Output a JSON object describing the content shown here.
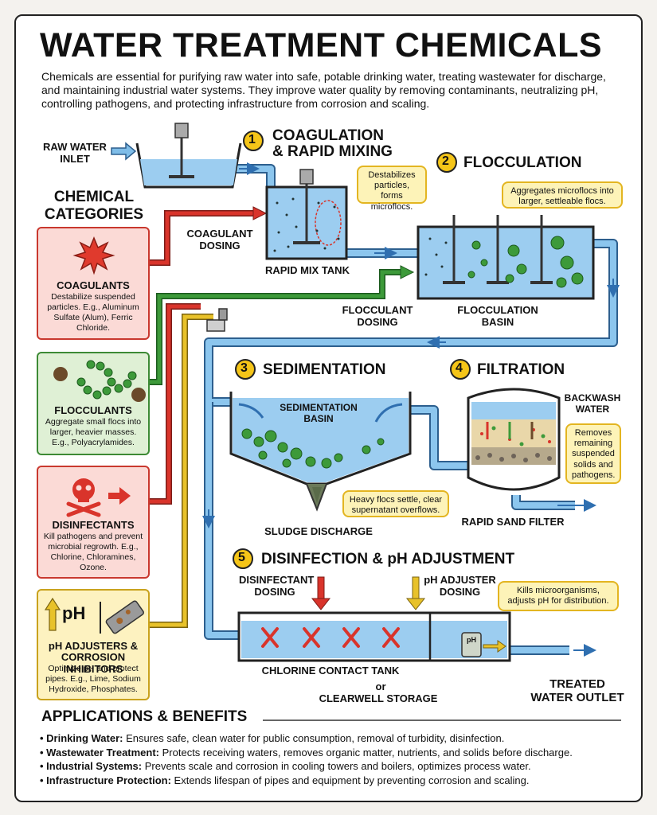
{
  "title": "WATER TREATMENT CHEMICALS",
  "intro": "Chemicals are essential for purifying raw water into safe, potable drinking water, treating wastewater for discharge, and maintaining industrial water systems. They improve water quality by removing contaminants, neutralizing pH, controlling pathogens, and protecting infrastructure from corrosion and scaling.",
  "labels": {
    "raw_water": [
      "RAW WATER",
      "INLET"
    ],
    "coag_dosing": [
      "COAGULANT",
      "DOSING"
    ],
    "rapid_mix_tank": "RAPID MIX TANK",
    "flocc_dosing": [
      "FLOCCULANT",
      "DOSING"
    ],
    "flocc_basin": [
      "FLOCCULATION",
      "BASIN"
    ],
    "sed_basin": [
      "SEDIMENTATION",
      "BASIN"
    ],
    "sludge": "SLUDGE DISCHARGE",
    "backwash": [
      "BACKWASH",
      "WATER"
    ],
    "sand_filter": "RAPID SAND FILTER",
    "disinf_dosing": [
      "DISINFECTANT",
      "DOSING"
    ],
    "ph_dosing": [
      "pH ADJUSTER",
      "DOSING"
    ],
    "contact_tank": "CHLORINE CONTACT TANK",
    "or": "or",
    "clearwell": "CLEARWELL STORAGE",
    "outlet": [
      "TREATED",
      "WATER OUTLET"
    ]
  },
  "steps": [
    {
      "num": "1",
      "title_l1": "COAGULATION",
      "title_l2": "& RAPID MIXING"
    },
    {
      "num": "2",
      "title": "FLOCCULATION"
    },
    {
      "num": "3",
      "title": "SEDIMENTATION"
    },
    {
      "num": "4",
      "title": "FILTRATION"
    },
    {
      "num": "5",
      "title": "DISINFECTION & pH ADJUSTMENT"
    }
  ],
  "notes": {
    "coag": "Destabilizes particles, forms microflocs.",
    "flocc": "Aggregates microflocs into larger, settleable flocs.",
    "sed": "Heavy flocs settle, clear supernatant overflows.",
    "filter": "Removes remaining suspended solids and pathogens.",
    "disinf": "Kills microorganisms, adjusts pH for distribution."
  },
  "categories": {
    "heading_l1": "CHEMICAL",
    "heading_l2": "CATEGORIES",
    "items": [
      {
        "name": "COAGULANTS",
        "desc": "Destabilize suspended particles. E.g., Aluminum Sulfate (Alum), Ferric Chloride.",
        "color": "#d9342b"
      },
      {
        "name": "FLOCCULANTS",
        "desc": "Aggregate small flocs into larger, heavier masses. E.g., Polyacrylamides.",
        "color": "#3d9a3a"
      },
      {
        "name": "DISINFECTANTS",
        "desc": "Kill pathogens and prevent microbial regrowth. E.g., Chlorine, Chloramines, Ozone.",
        "color": "#d9342b"
      },
      {
        "name_l1": "pH ADJUSTERS &",
        "name_l2": "CORROSION INHIBITORS",
        "icon_text": "pH",
        "desc": "Optimize pH and protect pipes. E.g., Lime, Sodium Hydroxide, Phosphates.",
        "color": "#e8c22a"
      }
    ]
  },
  "ph_meter_text": "pH",
  "applications": {
    "heading": "APPLICATIONS & BENEFITS",
    "items": [
      {
        "term": "Drinking Water:",
        "text": " Ensures safe, clean water for public consumption, removal of turbidity, disinfection."
      },
      {
        "term": "Wastewater Treatment:",
        "text": " Protects receiving waters, removes organic matter, nutrients, and solids before discharge."
      },
      {
        "term": "Industrial Systems:",
        "text": " Prevents scale and corrosion in cooling towers and boilers, optimizes process water."
      },
      {
        "term": "Infrastructure Protection:",
        "text": " Extends lifespan of pipes and equipment by preventing corrosion and scaling."
      }
    ]
  },
  "colors": {
    "water": "#7fbde8",
    "pipe": "#5aa7de",
    "red": "#d9342b",
    "green": "#3d9a3a",
    "yellow": "#e8c22a",
    "note_bg": "#fdf3b8"
  }
}
